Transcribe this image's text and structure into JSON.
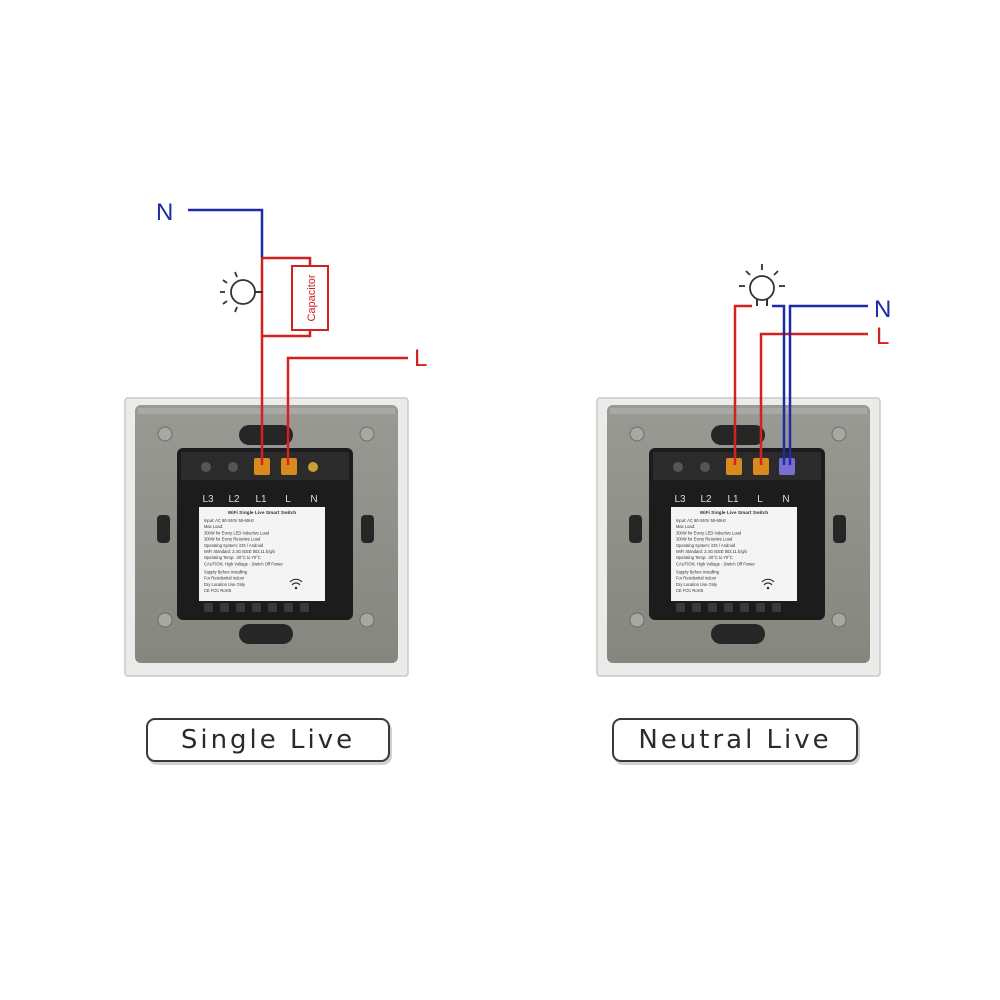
{
  "diagrams": [
    {
      "caption": "Single Live",
      "wire_labels": {
        "neutral": "N",
        "live": "L"
      },
      "capacitor_label": "Capacitor",
      "terminals": [
        "L3",
        "L2",
        "L1",
        "L",
        "N"
      ],
      "label_lines": [
        "WiFi Single Live Smart Switch",
        "Input: AC 90-240V 50-60Hz",
        "Max Load:",
        "300W for Every LED Inductive Load",
        "300W for Every Resistive Load",
        "Operating System: iOS / Android",
        "WiFi Standard: 2.4G IEEE 802.11 b/g/n",
        "Operating Temp: -20°C to 70°C",
        "CAUTION: High Voltage - Switch Off Power",
        "Supply Before Installing",
        "For Residential Indoor",
        "Dry Location Use Only",
        "CE FCC RoHS"
      ]
    },
    {
      "caption": "Neutral Live",
      "wire_labels": {
        "neutral": "N",
        "live": "L"
      },
      "terminals": [
        "L3",
        "L2",
        "L1",
        "L",
        "N"
      ],
      "label_lines": [
        "WiFi Single Live Smart Switch",
        "Input: AC 90-240V 50-60Hz",
        "Max Load:",
        "300W for Every LED Inductive Load",
        "300W for Every Resistive Load",
        "Operating System: iOS / Android",
        "WiFi Standard: 2.4G IEEE 802.11 b/g/n",
        "Operating Temp: -20°C to 70°C",
        "CAUTION: High Voltage - Switch Off Power",
        "Supply Before Installing",
        "For Residential Indoor",
        "Dry Location Use Only",
        "CE FCC RoHS"
      ]
    }
  ],
  "colors": {
    "neutral_wire": "#1e2aa8",
    "live_wire": "#d42020",
    "plate": "#e6e6e4",
    "plate_inner": "#8f8f8a",
    "module": "#1c1c1c",
    "terminal": "#d98a1c",
    "label_bg": "#f4f4f4"
  },
  "icons": {
    "bulb": "light-bulb-icon",
    "wifi": "wifi-icon"
  }
}
